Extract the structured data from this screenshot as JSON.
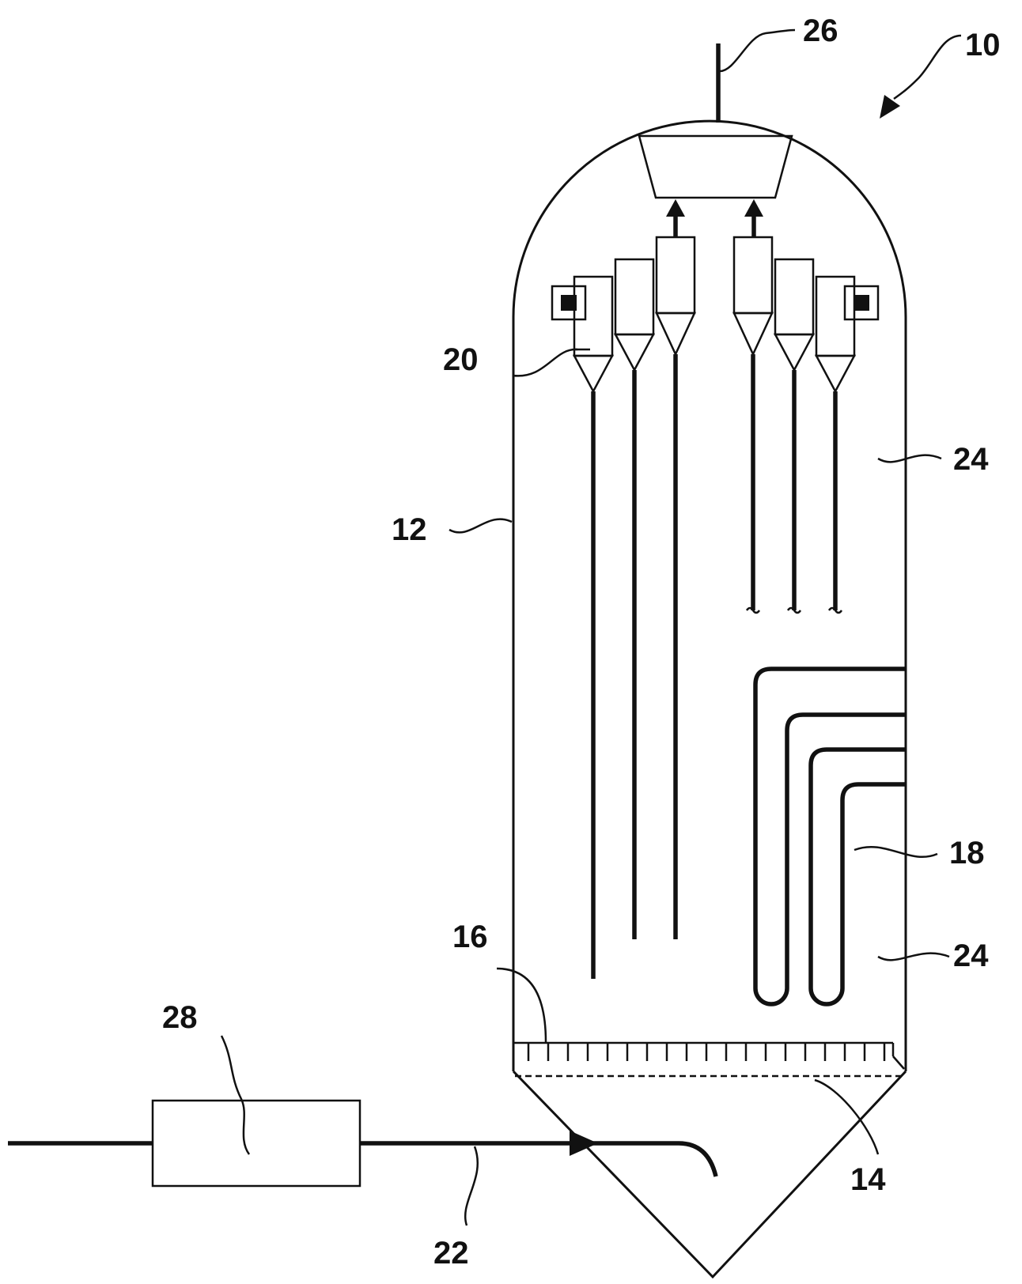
{
  "figure": {
    "labels": {
      "vessel_assembly": "10",
      "vessel_wall": "12",
      "distributor_plate": "14",
      "distributor_nozzles": "16",
      "heat_exchange_tubes": "18",
      "cyclone": "20",
      "feed_line": "22",
      "fluidized_region_upper": "24",
      "fluidized_region_lower": "24",
      "outlet_line": "26",
      "feed_unit": "28"
    }
  }
}
